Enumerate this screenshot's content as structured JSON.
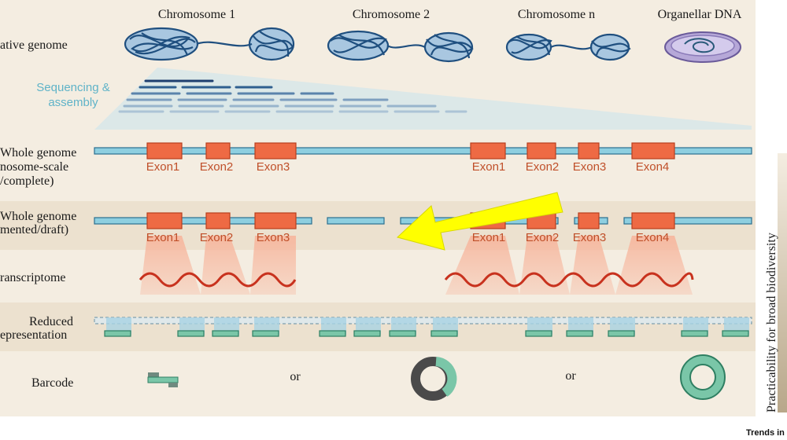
{
  "headers": {
    "chrom1": "Chromosome 1",
    "chrom2": "Chromosome 2",
    "chromn": "Chromosome n",
    "organellar": "Organellar DNA"
  },
  "rows": {
    "native": "ative genome",
    "sequencing": [
      "Sequencing &",
      "assembly"
    ],
    "whole_complete": [
      "Whole genome",
      "nosome-scale",
      "/complete)"
    ],
    "whole_draft": [
      "Whole genome",
      "mented/draft)"
    ],
    "transcriptome": "ranscriptome",
    "reduced": [
      "Reduced",
      "epresentation"
    ],
    "barcode": "Barcode"
  },
  "exons_complete": [
    "Exon1",
    "Exon2",
    "Exon3",
    "Exon1",
    "Exon2",
    "Exon3",
    "Exon4"
  ],
  "exons_draft": [
    "Exon1",
    "Exon2",
    "Exon3",
    "Exon1",
    "Exon2",
    "Exon3",
    "Exon4"
  ],
  "or_labels": [
    "or",
    "or"
  ],
  "side_axis": "Practicability for broad biodiversity",
  "brand": "Trends in",
  "colors": {
    "background": "#f4ede1",
    "chromosome_bar": "#8ecfe0",
    "exon": "#ee6a44",
    "exon_text": "#c0502a",
    "dna": "#1f4f7f",
    "teal": "#7ac6a8",
    "arrow": "#ffff00"
  }
}
